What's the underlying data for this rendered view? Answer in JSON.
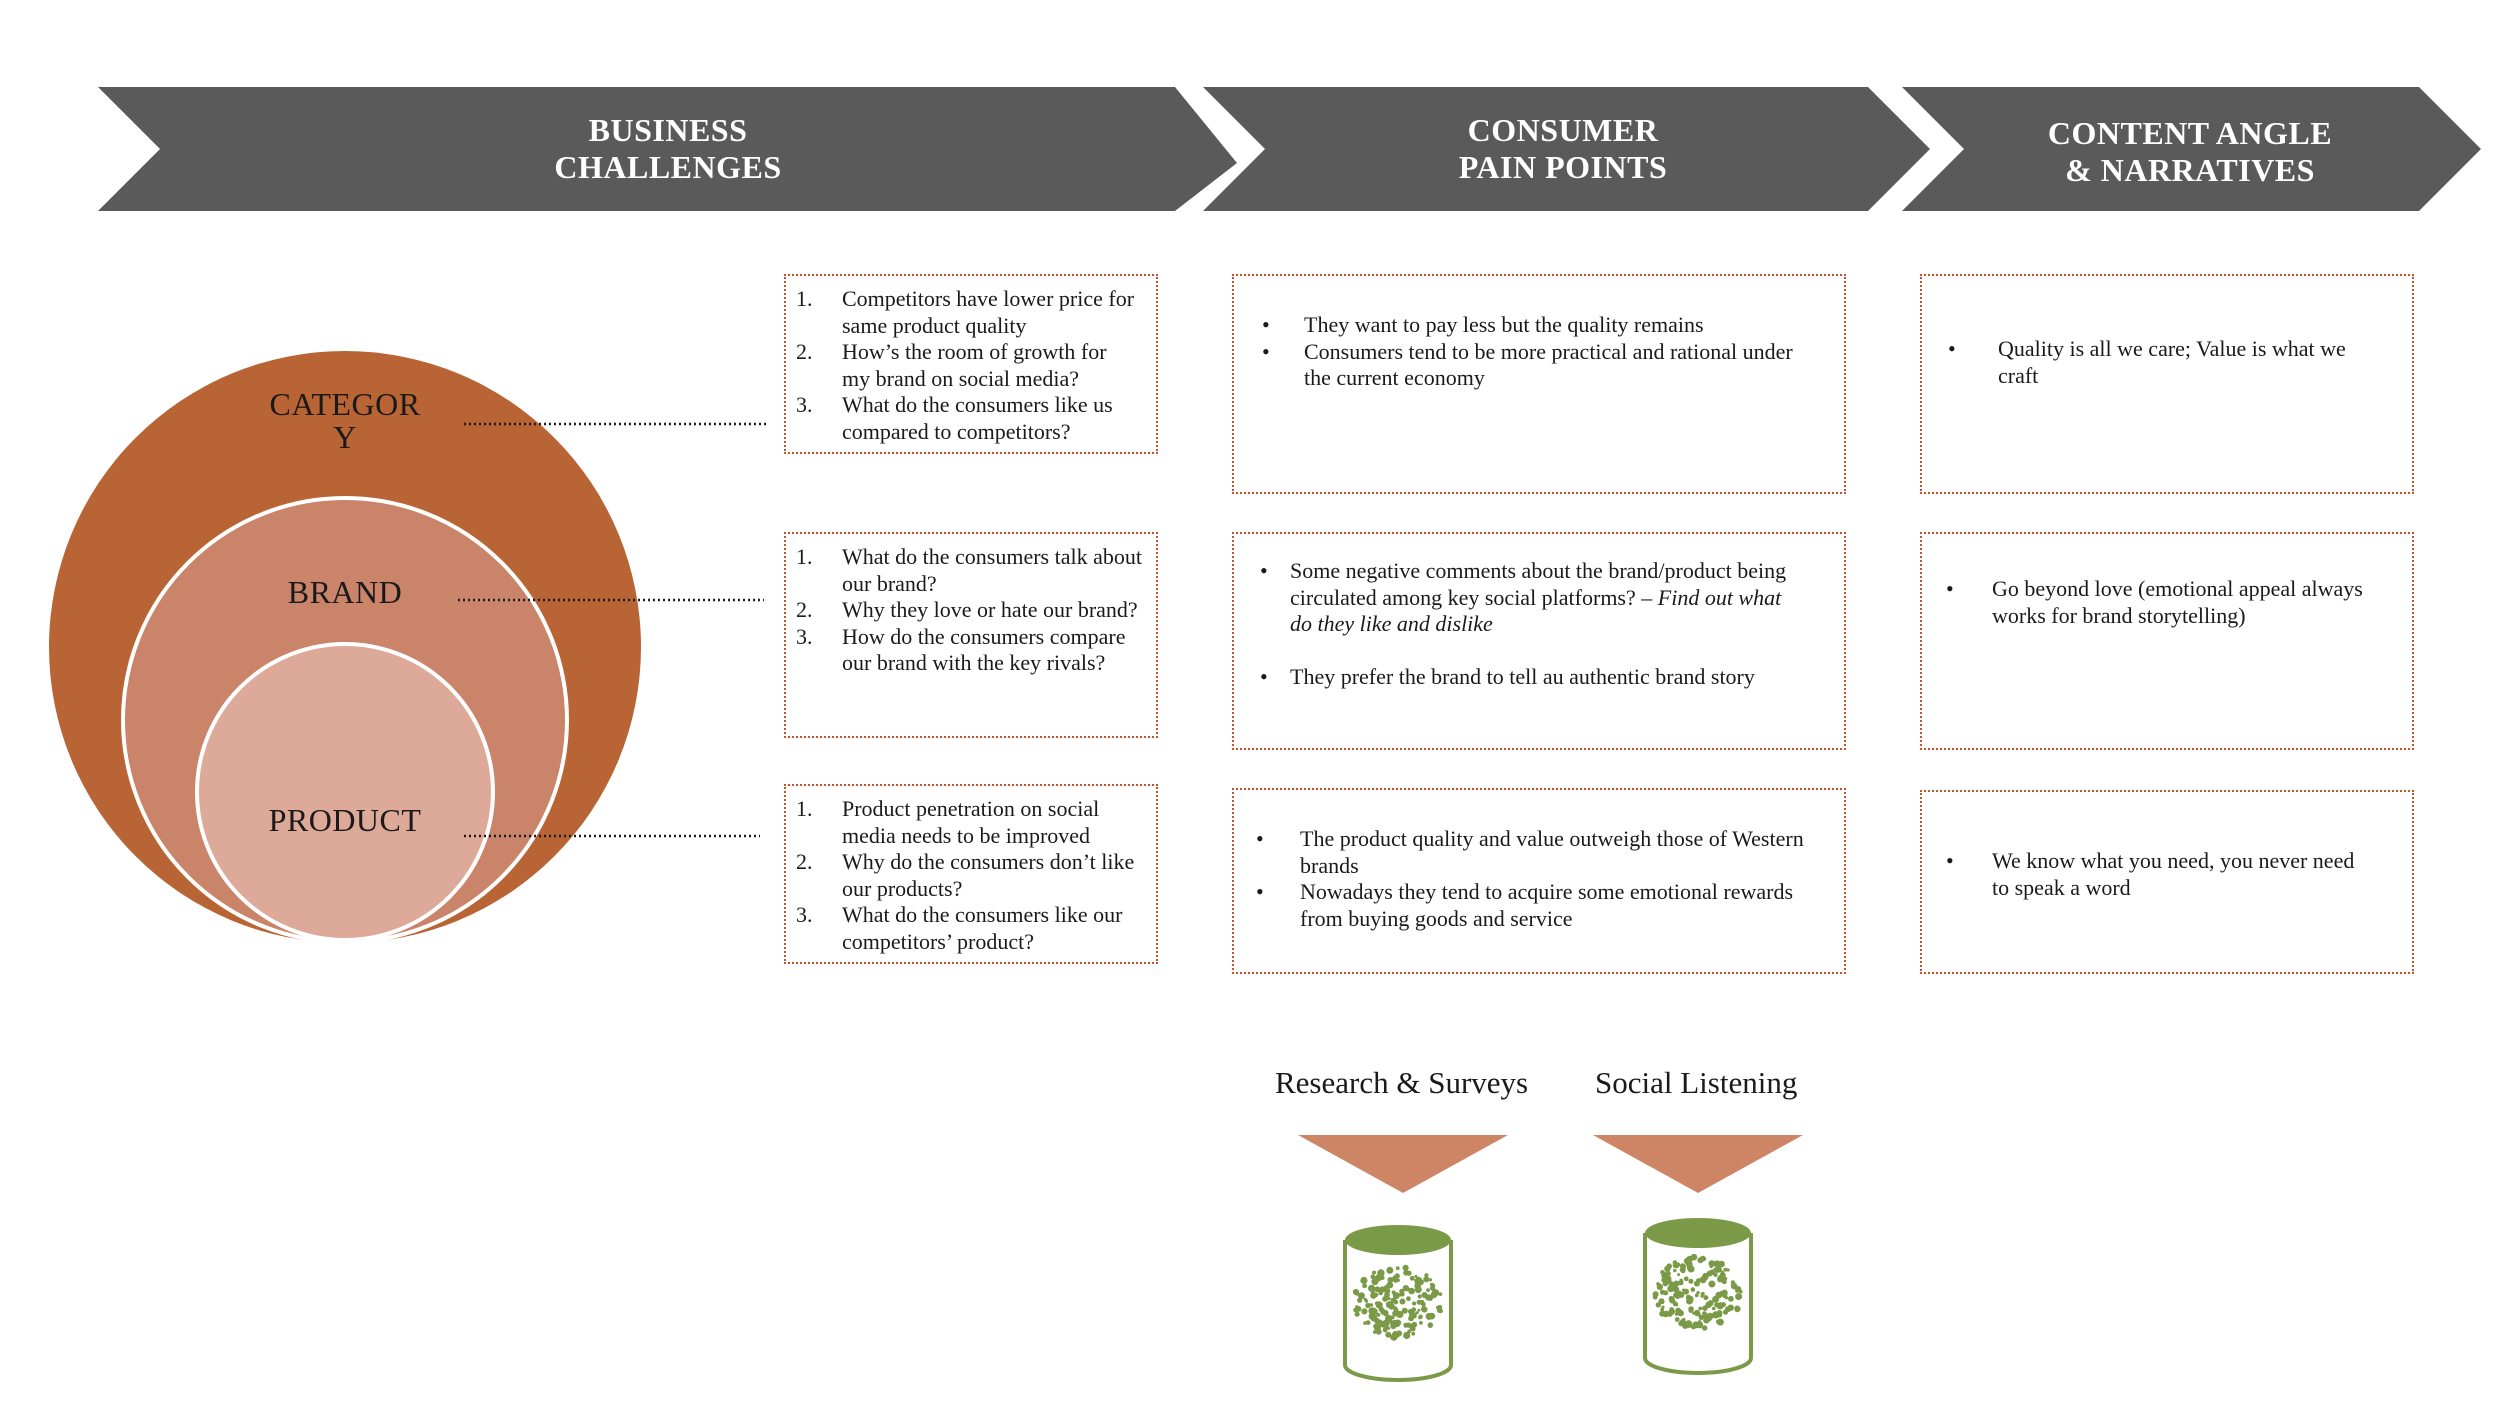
{
  "stages": [
    {
      "line1": "BUSINESS",
      "line2": "CHALLENGES"
    },
    {
      "line1": "CONSUMER",
      "line2": "PAIN POINTS"
    },
    {
      "line1": "CONTENT ANGLE",
      "line2": "& NARRATIVES"
    }
  ],
  "levels": {
    "category": {
      "line1": "CATEGOR",
      "line2": "Y"
    },
    "brand": "BRAND",
    "product": "PRODUCT"
  },
  "challenges": [
    {
      "items": [
        {
          "num": "1.",
          "text": "Competitors have lower price for same product quality"
        },
        {
          "num": "2.",
          "text": "How’s the room of growth for my brand on social media?"
        },
        {
          "num": "3.",
          "text": "What do the consumers like us compared to competitors?"
        }
      ]
    },
    {
      "items": [
        {
          "num": "1.",
          "text": "What do the consumers talk about our brand?"
        },
        {
          "num": "2.",
          "text": "Why they love or hate our brand?"
        },
        {
          "num": "3.",
          "text": "How do the consumers compare our brand with the key rivals?"
        }
      ]
    },
    {
      "items": [
        {
          "num": "1.",
          "text": "Product penetration on social media needs to be improved"
        },
        {
          "num": "2.",
          "text": "Why do the consumers don’t like our products?"
        },
        {
          "num": "3.",
          "text": "What do the consumers like our competitors’ product?"
        }
      ]
    }
  ],
  "pain_points": [
    {
      "items": [
        {
          "text": "They want to pay less but the quality remains"
        },
        {
          "text": "Consumers tend to be more practical and rational under the current economy"
        }
      ]
    },
    {
      "items": [
        {
          "text": "Some negative comments about the brand/product being circulated among key social platforms? – ",
          "italic": "Find out what do they like and dislike"
        },
        {
          "text": "They prefer the brand to tell au authentic brand story"
        }
      ]
    },
    {
      "items": [
        {
          "text": "The product quality and value outweigh those of Western brands"
        },
        {
          "text": "Nowadays they tend to acquire some emotional rewards from buying goods and service"
        }
      ]
    }
  ],
  "narratives": [
    {
      "items": [
        {
          "text": "Quality is all we care; Value is what we craft"
        }
      ]
    },
    {
      "items": [
        {
          "text": "Go beyond love (emotional appeal always works for brand storytelling)"
        }
      ]
    },
    {
      "items": [
        {
          "text": "We know what you need, you never need to speak a word"
        }
      ]
    }
  ],
  "sources": [
    {
      "label": "Research & Surveys"
    },
    {
      "label": "Social Listening"
    }
  ],
  "bullet_glyph": "•",
  "colors": {
    "chevron": "#5a5a5a",
    "category": "#b86434",
    "brand": "#c9846a",
    "product": "#ddaa99",
    "box_border": "#c4542c",
    "funnel": "#ce8566",
    "database": "#7b9a48"
  }
}
